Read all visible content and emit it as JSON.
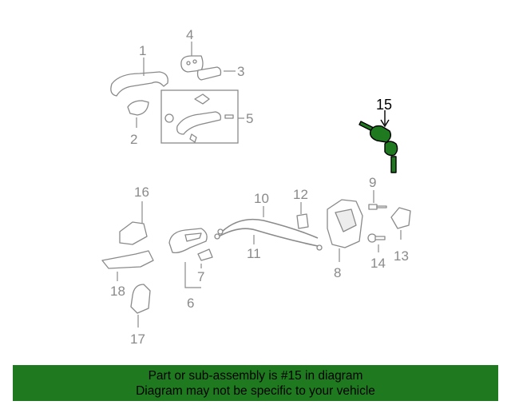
{
  "diagram": {
    "callouts": {
      "c1": "1",
      "c2": "2",
      "c3": "3",
      "c4": "4",
      "c5": "5",
      "c6": "6",
      "c7": "7",
      "c8": "8",
      "c9": "9",
      "c10": "10",
      "c11": "11",
      "c12": "12",
      "c13": "13",
      "c14": "14",
      "c15": "15",
      "c16": "16",
      "c17": "17",
      "c18": "18"
    },
    "highlighted_part": "15",
    "highlight_color": "#1f7a1f"
  },
  "footer": {
    "background": "#1f7a1f",
    "line1": "Part or sub-assembly is #15 in diagram",
    "line2": "Diagram may not be specific to your vehicle"
  }
}
